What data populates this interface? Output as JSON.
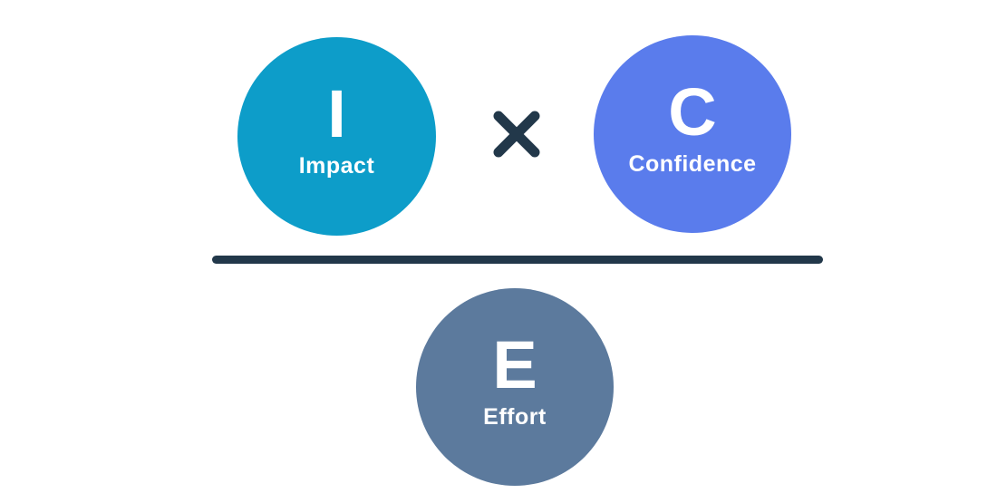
{
  "colors": {
    "background": "#ffffff",
    "impact_circle": "#0d9dc9",
    "confidence_circle": "#5a7cec",
    "effort_circle": "#5c7a9d",
    "operator": "#22384a",
    "divider": "#22384a",
    "circle_text": "#ffffff"
  },
  "formula": {
    "numerator_left": {
      "initial": "I",
      "label": "Impact"
    },
    "operator": "×",
    "numerator_right": {
      "initial": "C",
      "label": "Confidence"
    },
    "denominator": {
      "initial": "E",
      "label": "Effort"
    }
  }
}
